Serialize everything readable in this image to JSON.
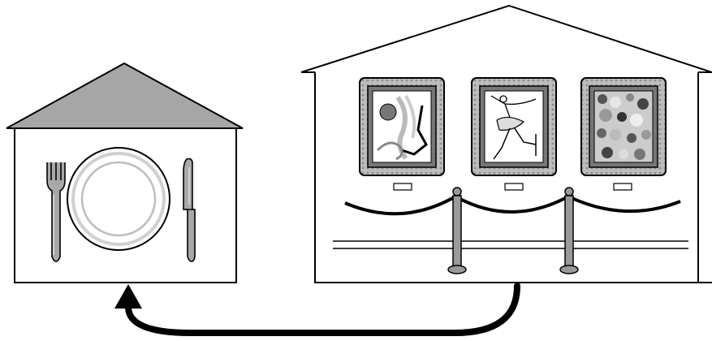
{
  "diagram": {
    "restaurant": {
      "icon": "restaurant-building-icon",
      "contents": [
        "fork-icon",
        "plate-icon",
        "knife-icon"
      ],
      "roof_color": "#a6a6a6"
    },
    "museum": {
      "icon": "museum-building-icon",
      "paintings": [
        {
          "icon": "abstract-painting-icon",
          "subject": "abstract"
        },
        {
          "icon": "ballerina-painting-icon",
          "subject": "dancer"
        },
        {
          "icon": "dots-painting-icon",
          "subject": "circles"
        }
      ],
      "barrier": "velvet-rope-icon"
    },
    "arrow": {
      "icon": "curved-arrow-icon",
      "from": "museum",
      "to": "restaurant"
    }
  },
  "colors": {
    "outline": "#000000",
    "roof": "#a6a6a6",
    "frame": "#b8b8b8",
    "metal": "#9a9a9a",
    "plate_rim": "#d0d0d0",
    "arrow": "#000000"
  }
}
